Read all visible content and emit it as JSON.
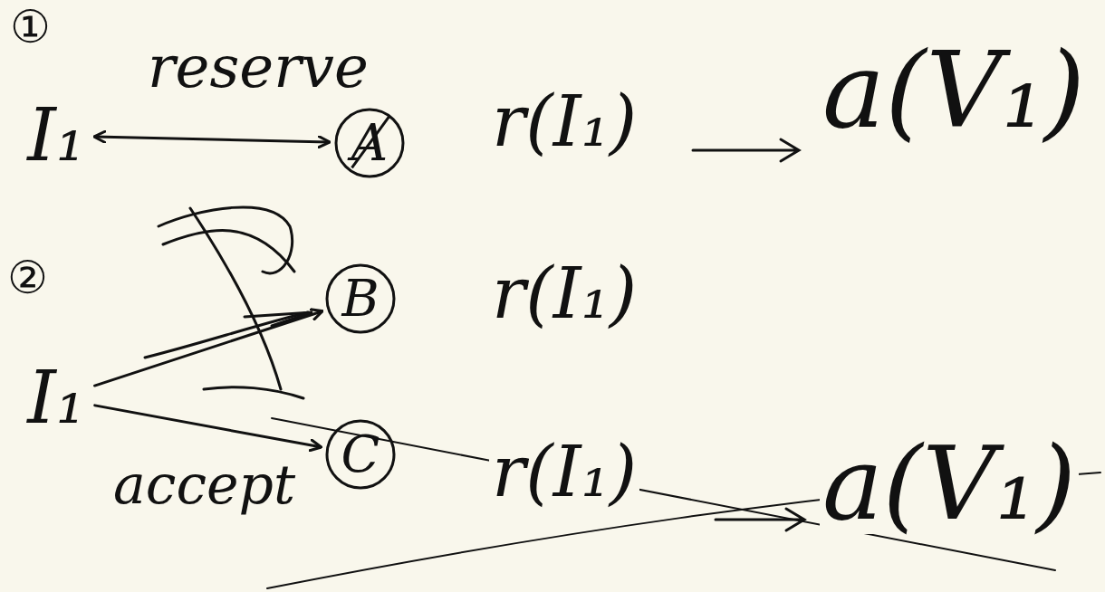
{
  "diagram": {
    "nodes": [
      {
        "text": [
          "I₁"
        ]
      },
      {
        "text": [
          "A"
        ]
      },
      {
        "text": [
          "B"
        ]
      },
      {
        "text": [
          "I₁"
        ]
      },
      {
        "text": [
          "C"
        ]
      }
    ],
    "edges": [
      {
        "from": 0,
        "to": 1,
        "label": "reserve",
        "arrow": "both"
      },
      {
        "from": 3,
        "to": 2,
        "arrow": "to"
      },
      {
        "from": 3,
        "to": 4,
        "label": "accept",
        "arrow": "to"
      }
    ],
    "labels": [
      "①",
      "r(I₁)",
      "a(V₁)",
      "②",
      "r(I₁)",
      "r(I₁)",
      "a(V₁)"
    ]
  }
}
